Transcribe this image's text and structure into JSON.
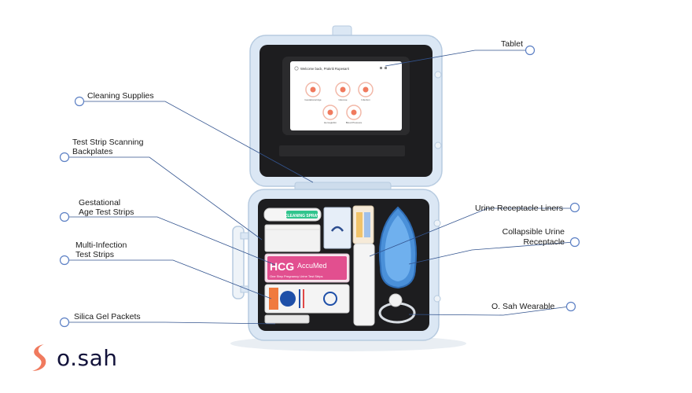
{
  "labels": {
    "tablet": "Tablet",
    "cleaning_supplies": "Cleaning Supplies",
    "test_strip_backplates_1": "Test Strip Scanning",
    "test_strip_backplates_2": "Backplates",
    "gestational_1": "Gestational",
    "gestational_2": "Age Test Strips",
    "multi_infection_1": "Multi-Infection",
    "multi_infection_2": "Test Strips",
    "silica_gel": "Silica Gel Packets",
    "urine_liners": "Urine Receptacle Liners",
    "collapsible_1": "Collapsible Urine",
    "collapsible_2": "Receptacle",
    "wearable": "O. Sah Wearable"
  },
  "tablet_screen": {
    "greeting": "Welcome back, Prakriti Rupesarri",
    "tiles": [
      "Gestational Age",
      "Glucose",
      "Infection",
      "Hemoglobin",
      "Blood Pressure"
    ]
  },
  "products": {
    "spray": "CLEANING SPRAY",
    "hcg_title": "HCG",
    "hcg_brand": "AccuMed",
    "hcg_sub": "One Step Pregnancy Urine Test Strips"
  },
  "brand": {
    "name": "o.sah",
    "color": "#f07a5e",
    "text_color": "#12123a"
  },
  "colors": {
    "case": "#dbe7f4",
    "case_edge": "#b7cbe0",
    "foam": "#1d1d1f",
    "line": "#33548f",
    "circle": "#5b7fc4"
  }
}
